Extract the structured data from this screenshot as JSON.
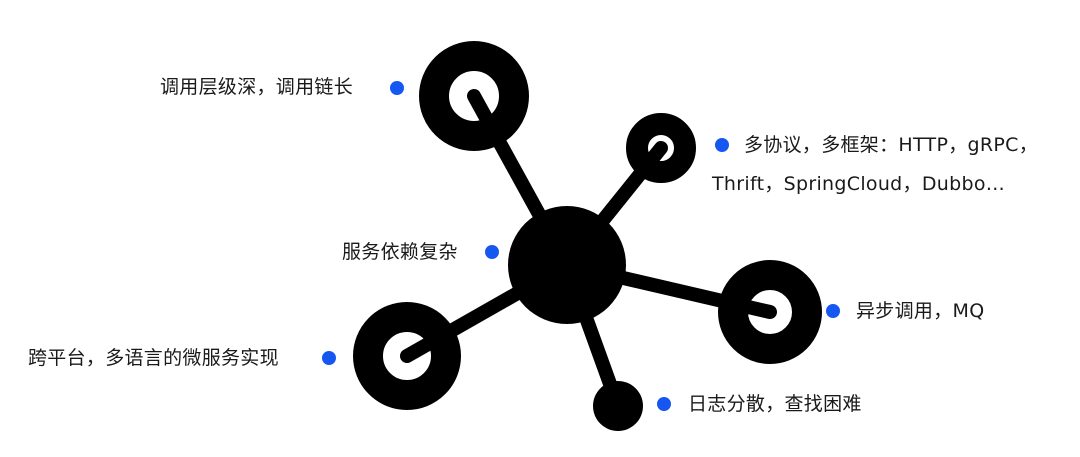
{
  "colors": {
    "ink": "#000000",
    "accent": "#1557f0",
    "text": "#1a1a1a",
    "background": "#ffffff"
  },
  "labels": {
    "deep_call": "调用层级深，调用链长",
    "multi_protocol_line1": "多协议，多框架：HTTP，gRPC，",
    "multi_protocol_line2": "Thrift，SpringCloud，Dubbo…",
    "dependency": "服务依赖复杂",
    "async": "异步调用，MQ",
    "cross_platform": "跨平台，多语言的微服务实现",
    "logs": "日志分散，查找困难"
  }
}
